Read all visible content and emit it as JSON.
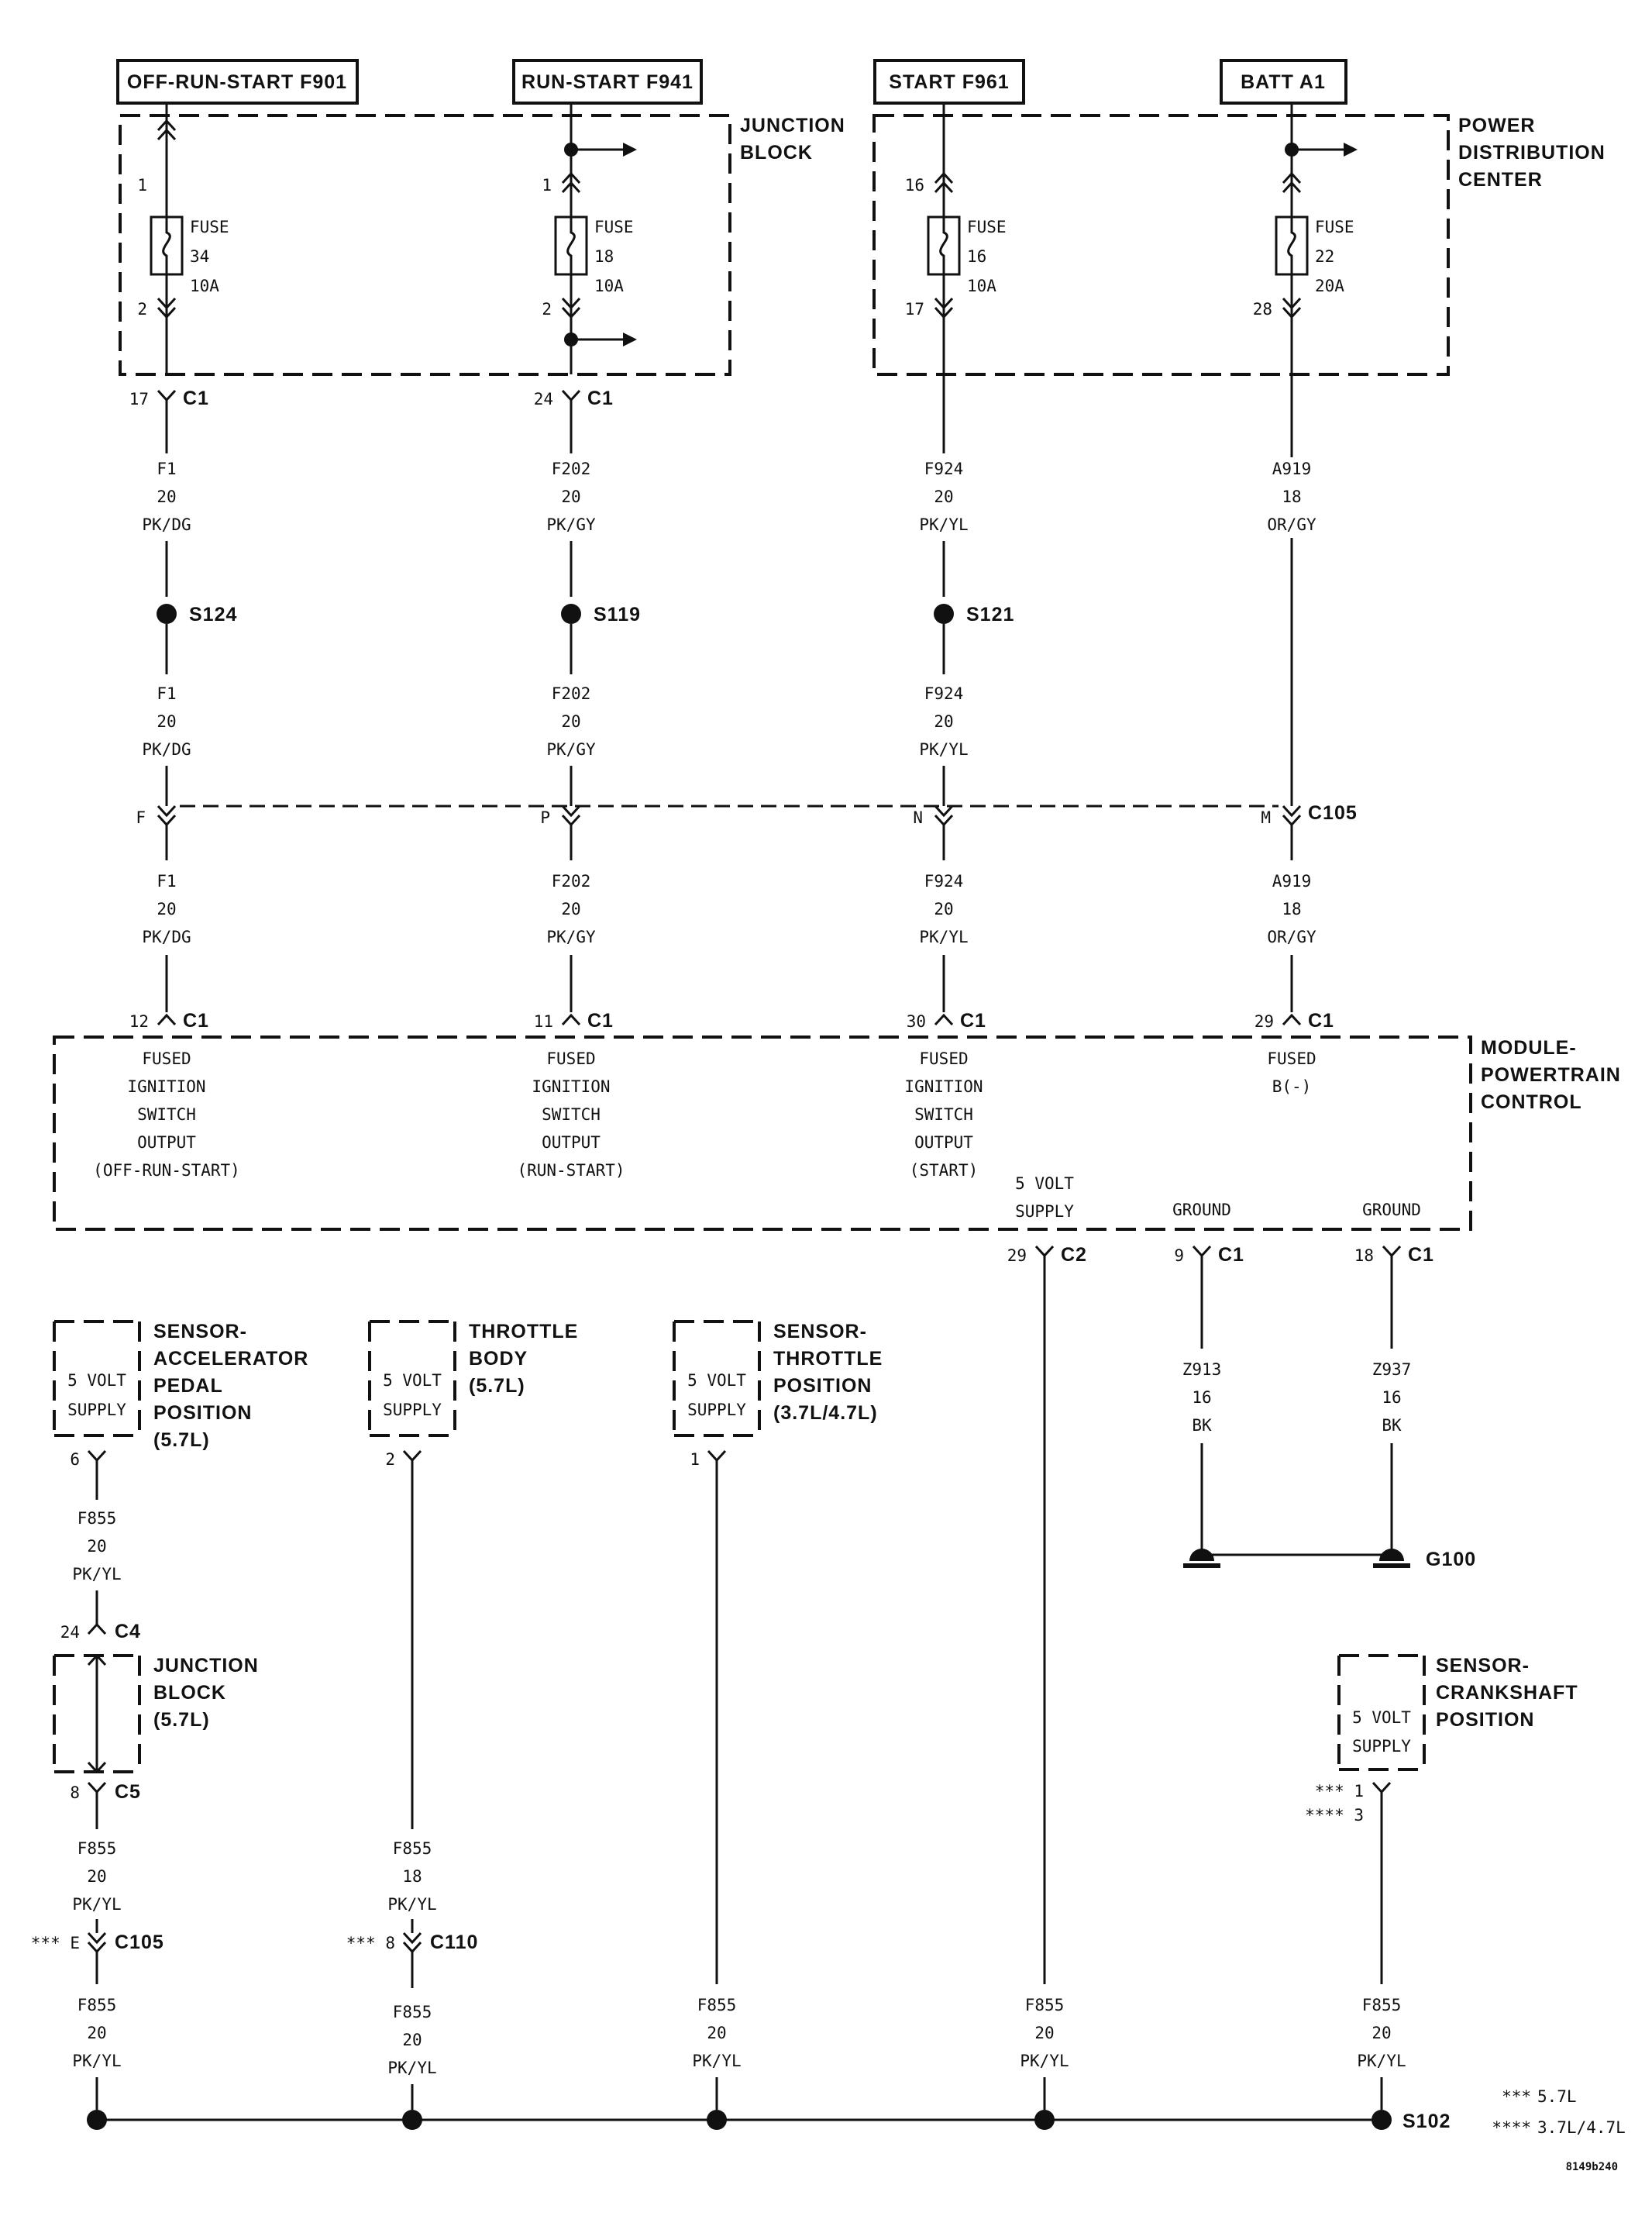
{
  "sources": [
    {
      "label": "OFF-RUN-START F901"
    },
    {
      "label": "RUN-START F941"
    },
    {
      "label": "START F961"
    },
    {
      "label": "BATT A1"
    }
  ],
  "blocks": {
    "junction_block": [
      "JUNCTION",
      "BLOCK"
    ],
    "pdc": [
      "POWER",
      "DISTRIBUTION",
      "CENTER"
    ],
    "pcm": [
      "MODULE-",
      "POWERTRAIN",
      "CONTROL"
    ],
    "app_sensor": [
      "SENSOR-",
      "ACCELERATOR",
      "PEDAL",
      "POSITION",
      "(5.7L)"
    ],
    "throttle_body": [
      "THROTTLE",
      "BODY",
      "(5.7L)"
    ],
    "tps": [
      "SENSOR-",
      "THROTTLE",
      "POSITION",
      "(3.7L/4.7L)"
    ],
    "junction_block_57": [
      "JUNCTION",
      "BLOCK",
      "(5.7L)"
    ],
    "ckp": [
      "SENSOR-",
      "CRANKSHAFT",
      "POSITION"
    ]
  },
  "fuses": [
    {
      "in_pin": "1",
      "out_pin": "2",
      "label": "FUSE",
      "num": "34",
      "amps": "10A"
    },
    {
      "in_pin": "1",
      "out_pin": "2",
      "label": "FUSE",
      "num": "18",
      "amps": "10A"
    },
    {
      "in_pin": "16",
      "out_pin": "17",
      "label": "FUSE",
      "num": "16",
      "amps": "10A"
    },
    {
      "in_pin": "",
      "out_pin": "28",
      "label": "FUSE",
      "num": "22",
      "amps": "20A"
    }
  ],
  "top_connectors": [
    {
      "pin": "17",
      "name": "C1"
    },
    {
      "pin": "24",
      "name": "C1"
    },
    {
      "pin": "",
      "name": ""
    },
    {
      "pin": "",
      "name": ""
    }
  ],
  "wires_upper": [
    {
      "circuit": "F1",
      "gauge": "20",
      "color": "PK/DG"
    },
    {
      "circuit": "F202",
      "gauge": "20",
      "color": "PK/GY"
    },
    {
      "circuit": "F924",
      "gauge": "20",
      "color": "PK/YL"
    },
    {
      "circuit": "A919",
      "gauge": "18",
      "color": "OR/GY"
    }
  ],
  "splices_upper": [
    "S124",
    "S119",
    "S121"
  ],
  "c105": {
    "name": "C105",
    "pins": [
      "F",
      "P",
      "N",
      "M"
    ]
  },
  "pcm_connectors": [
    {
      "pin": "12",
      "name": "C1"
    },
    {
      "pin": "11",
      "name": "C1"
    },
    {
      "pin": "30",
      "name": "C1"
    },
    {
      "pin": "29",
      "name": "C1"
    }
  ],
  "pcm_functions": [
    [
      "FUSED",
      "IGNITION",
      "SWITCH",
      "OUTPUT",
      "(OFF-RUN-START)"
    ],
    [
      "FUSED",
      "IGNITION",
      "SWITCH",
      "OUTPUT",
      "(RUN-START)"
    ],
    [
      "FUSED",
      "IGNITION",
      "SWITCH",
      "OUTPUT",
      "(START)"
    ],
    [
      "FUSED",
      "B(-)"
    ],
    [
      "5 VOLT",
      "SUPPLY"
    ],
    [
      "GROUND"
    ],
    [
      "GROUND"
    ]
  ],
  "pcm_bottom_connectors": [
    {
      "pin": "29",
      "name": "C2"
    },
    {
      "pin": "9",
      "name": "C1"
    },
    {
      "pin": "18",
      "name": "C1"
    }
  ],
  "ground_wires": [
    {
      "circuit": "Z913",
      "gauge": "16",
      "color": "BK"
    },
    {
      "circuit": "Z937",
      "gauge": "16",
      "color": "BK"
    }
  ],
  "ground_label": "G100",
  "sensor_supply": [
    "5 VOLT",
    "SUPPLY"
  ],
  "sensor_pins": {
    "app": "6",
    "tb": "2",
    "tps": "1",
    "ckp_a": "*** 1",
    "ckp_b": "**** 3"
  },
  "app_path": {
    "w1": {
      "circuit": "F855",
      "gauge": "20",
      "color": "PK/YL"
    },
    "c4": {
      "pin": "24",
      "name": "C4"
    },
    "c5": {
      "pin": "8",
      "name": "C5"
    },
    "w2": {
      "circuit": "F855",
      "gauge": "20",
      "color": "PK/YL"
    },
    "c105": {
      "pin": "*** E",
      "name": "C105"
    },
    "w3": {
      "circuit": "F855",
      "gauge": "20",
      "color": "PK/YL"
    }
  },
  "tb_path": {
    "w1": {
      "circuit": "F855",
      "gauge": "18",
      "color": "PK/YL"
    },
    "c110": {
      "pin": "*** 8",
      "name": "C110"
    },
    "w2": {
      "circuit": "F855",
      "gauge": "20",
      "color": "PK/YL"
    }
  },
  "tps_wire": {
    "circuit": "F855",
    "gauge": "20",
    "color": "PK/YL"
  },
  "pcm_supply_wire": {
    "circuit": "F855",
    "gauge": "20",
    "color": "PK/YL"
  },
  "ckp_wire": {
    "circuit": "F855",
    "gauge": "20",
    "color": "PK/YL"
  },
  "splice_bottom": "S102",
  "legend": [
    {
      "mark": "***",
      "text": "5.7L"
    },
    {
      "mark": "****",
      "text": "3.7L/4.7L"
    }
  ],
  "figure_id": "8149b240"
}
